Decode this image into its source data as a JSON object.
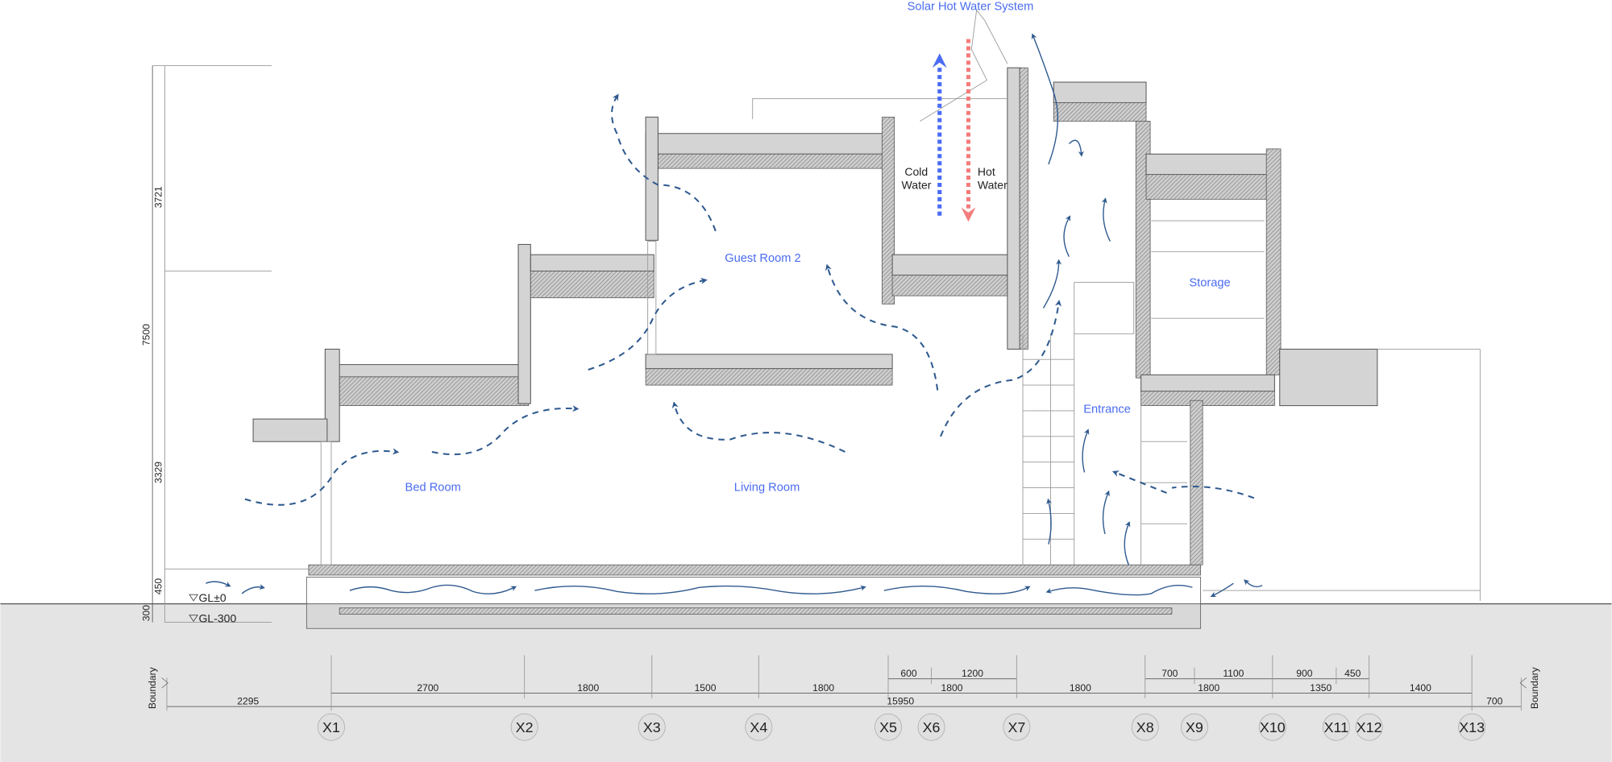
{
  "title": "Solar Hot Water System",
  "rooms": {
    "bed_room": "Bed Room",
    "living_room": "Living Room",
    "guest_room": "Guest Room 2",
    "storage": "Storage",
    "entrance": "Entrance"
  },
  "water": {
    "cold_line1": "Cold",
    "cold_line2": "Water",
    "hot_line1": "Hot",
    "hot_line2": "Water",
    "cold_color": "#4a6cf5",
    "hot_color": "#f47c7c"
  },
  "levels": {
    "gl0": "GL±0",
    "gl300": "GL-300"
  },
  "vertical_dims": [
    "3721",
    "7500",
    "3329",
    "450",
    "300"
  ],
  "boundary": {
    "left": "Boundary",
    "right": "Boundary"
  },
  "dims_row1": [
    "600",
    "1200",
    "700",
    "1100",
    "900",
    "450"
  ],
  "dims_row2": [
    "2700",
    "1800",
    "1500",
    "1800",
    "1800",
    "1800",
    "1800",
    "1350",
    "1400"
  ],
  "dims_row3": [
    "2295",
    "15950",
    "700"
  ],
  "grid_axes": [
    "X1",
    "X2",
    "X3",
    "X4",
    "X5",
    "X6",
    "X7",
    "X8",
    "X9",
    "X10",
    "X11",
    "X12",
    "X13"
  ],
  "colors": {
    "airflow": "#2f5a8f",
    "label": "#4a6cf0",
    "ground": "#e4e4e4"
  }
}
